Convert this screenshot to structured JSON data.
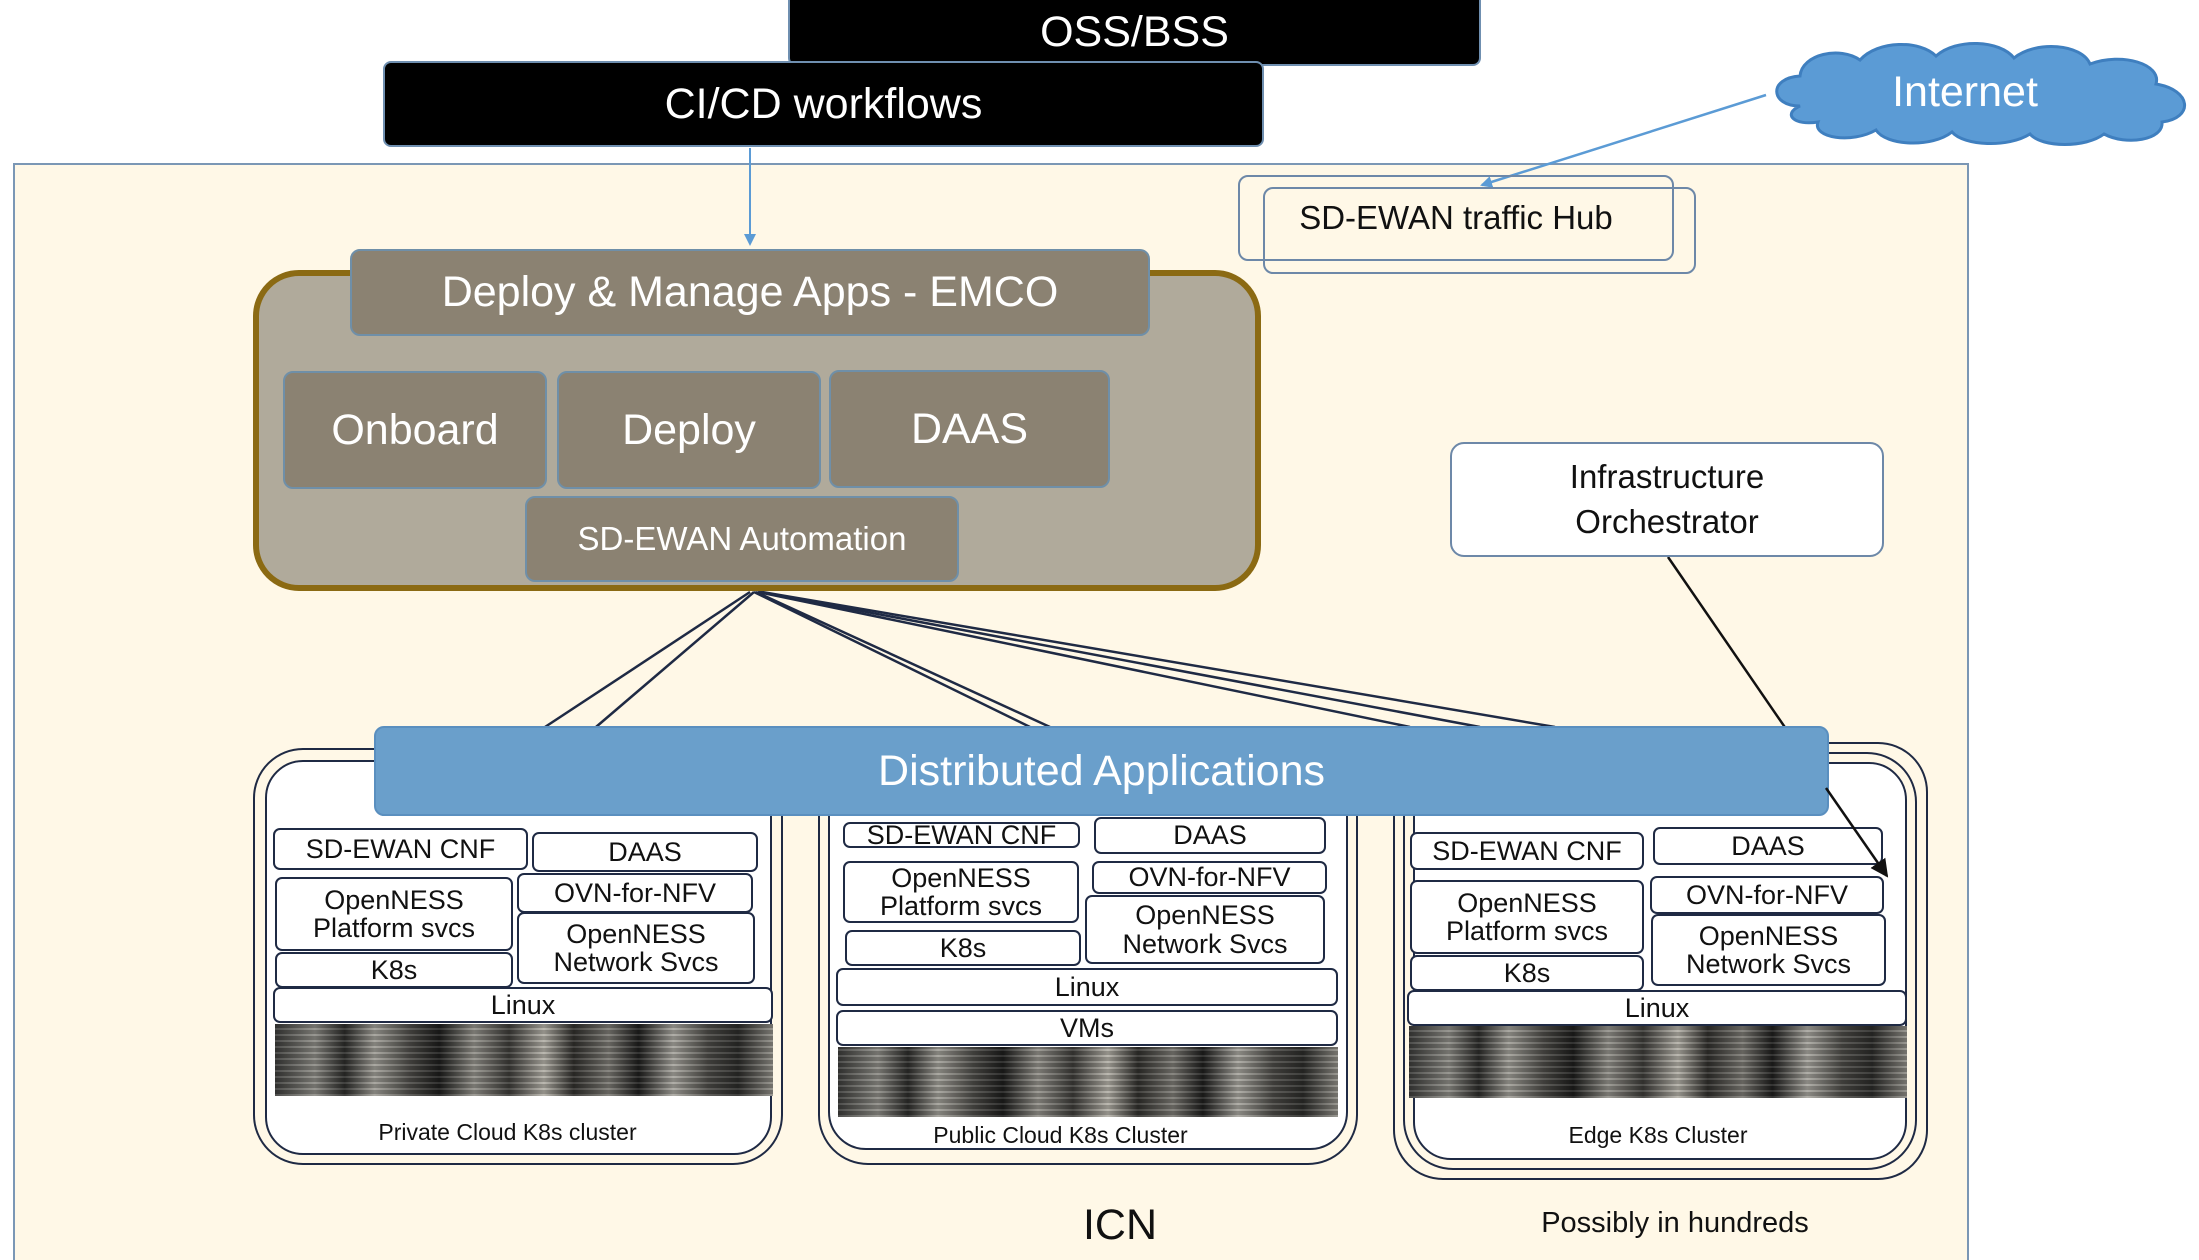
{
  "top": {
    "oss_bss": "OSS/BSS",
    "cicd": "CI/CD workflows",
    "internet": "Internet",
    "traffic_hub": "SD-EWAN traffic Hub"
  },
  "emco": {
    "title": "Deploy & Manage Apps - EMCO",
    "onboard": "Onboard",
    "deploy": "Deploy",
    "daas": "DAAS",
    "automation": "SD-EWAN Automation"
  },
  "infra_orchestrator": {
    "line1": "Infrastructure",
    "line2": "Orchestrator"
  },
  "distributed_apps": "Distributed Applications",
  "clusters": [
    {
      "cnf": "SD-EWAN CNF",
      "daas": "DAAS",
      "openness_platform_1": "OpenNESS",
      "openness_platform_2": "Platform svcs",
      "ovn": "OVN-for-NFV",
      "openness_network_1": "OpenNESS",
      "openness_network_2": "Network Svcs",
      "k8s": "K8s",
      "linux": "Linux",
      "caption": "Private Cloud K8s cluster"
    },
    {
      "cnf": "SD-EWAN CNF",
      "daas": "DAAS",
      "openness_platform_1": "OpenNESS",
      "openness_platform_2": "Platform svcs",
      "ovn": "OVN-for-NFV",
      "openness_network_1": "OpenNESS",
      "openness_network_2": "Network Svcs",
      "k8s": "K8s",
      "linux": "Linux",
      "vms": "VMs",
      "caption": "Public Cloud K8s Cluster"
    },
    {
      "cnf": "SD-EWAN CNF",
      "daas": "DAAS",
      "openness_platform_1": "OpenNESS",
      "openness_platform_2": "Platform svcs",
      "ovn": "OVN-for-NFV",
      "openness_network_1": "OpenNESS",
      "openness_network_2": "Network Svcs",
      "k8s": "K8s",
      "linux": "Linux",
      "caption": "Edge K8s Cluster"
    }
  ],
  "footer": {
    "icn": "ICN",
    "possibly": "Possibly in hundreds"
  },
  "colors": {
    "icn_background": "#fff8e7",
    "emco_border": "#8b6a13",
    "emco_fill": "#b0aa9b",
    "taupe_box": "#8b8272",
    "distributed_bar": "#6a9fcb",
    "internet_cloud": "#5b9bd5"
  }
}
